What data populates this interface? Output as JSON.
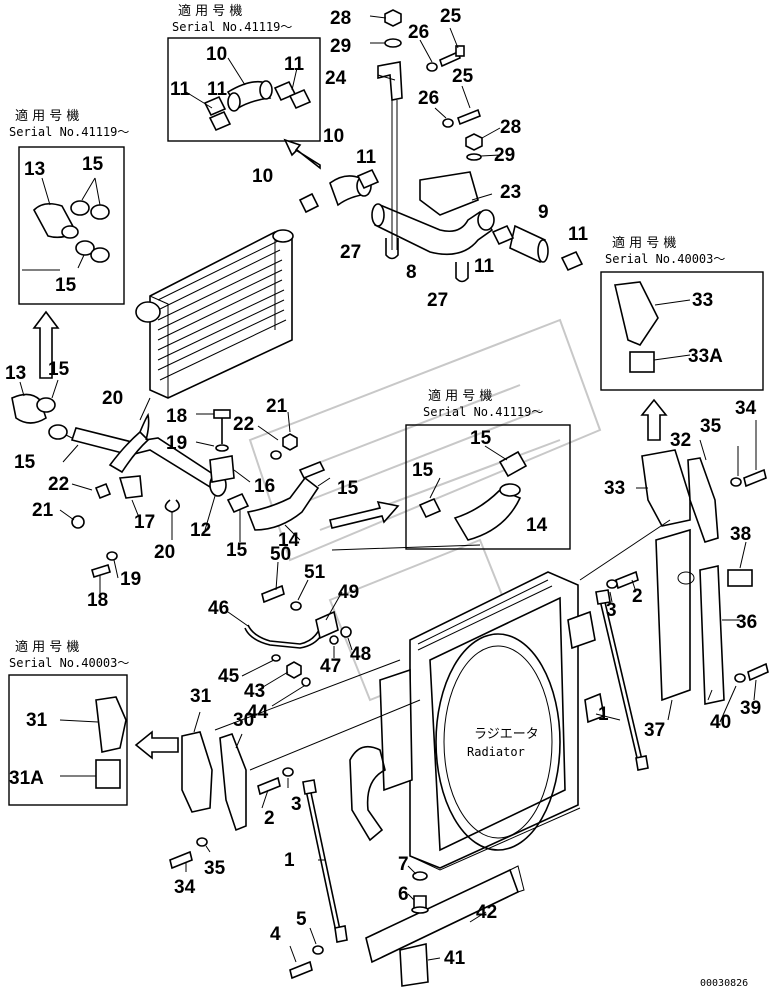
{
  "callouts": [
    {
      "id": "c28a",
      "text": "28"
    },
    {
      "id": "c29a",
      "text": "29"
    },
    {
      "id": "c26a",
      "text": "26"
    },
    {
      "id": "c25a",
      "text": "25"
    },
    {
      "id": "c24",
      "text": "24"
    },
    {
      "id": "c25b",
      "text": "25"
    },
    {
      "id": "c26b",
      "text": "26"
    },
    {
      "id": "c28b",
      "text": "28"
    },
    {
      "id": "c29b",
      "text": "29"
    },
    {
      "id": "c23",
      "text": "23"
    },
    {
      "id": "c9",
      "text": "9"
    },
    {
      "id": "c11a",
      "text": "11"
    },
    {
      "id": "c27a",
      "text": "27"
    },
    {
      "id": "c8",
      "text": "8"
    },
    {
      "id": "c11b",
      "text": "11"
    },
    {
      "id": "c27b",
      "text": "27"
    },
    {
      "id": "c10a",
      "text": "10"
    },
    {
      "id": "c11c",
      "text": "11"
    },
    {
      "id": "c11d",
      "text": "11"
    },
    {
      "id": "c11e",
      "text": "11"
    },
    {
      "id": "c10b",
      "text": "10"
    },
    {
      "id": "c11f",
      "text": "11"
    },
    {
      "id": "c13a",
      "text": "13"
    },
    {
      "id": "c15a",
      "text": "15"
    },
    {
      "id": "c15b",
      "text": "15"
    },
    {
      "id": "c13b",
      "text": "13"
    },
    {
      "id": "c15c",
      "text": "15"
    },
    {
      "id": "c15d",
      "text": "15"
    },
    {
      "id": "c20a",
      "text": "20"
    },
    {
      "id": "c18a",
      "text": "18"
    },
    {
      "id": "c19a",
      "text": "19"
    },
    {
      "id": "c22a",
      "text": "22"
    },
    {
      "id": "c21a",
      "text": "21"
    },
    {
      "id": "c16",
      "text": "16"
    },
    {
      "id": "c15e",
      "text": "15"
    },
    {
      "id": "c22b",
      "text": "22"
    },
    {
      "id": "c21b",
      "text": "21"
    },
    {
      "id": "c17",
      "text": "17"
    },
    {
      "id": "c20b",
      "text": "20"
    },
    {
      "id": "c12",
      "text": "12"
    },
    {
      "id": "c15f",
      "text": "15"
    },
    {
      "id": "c14a",
      "text": "14"
    },
    {
      "id": "c18b",
      "text": "18"
    },
    {
      "id": "c19b",
      "text": "19"
    },
    {
      "id": "c15g",
      "text": "15"
    },
    {
      "id": "c15h",
      "text": "15"
    },
    {
      "id": "c14b",
      "text": "14"
    },
    {
      "id": "c33a",
      "text": "33"
    },
    {
      "id": "c33A",
      "text": "33A"
    },
    {
      "id": "c34a",
      "text": "34"
    },
    {
      "id": "c35a",
      "text": "35"
    },
    {
      "id": "c32",
      "text": "32"
    },
    {
      "id": "c33b",
      "text": "33"
    },
    {
      "id": "c38",
      "text": "38"
    },
    {
      "id": "c36",
      "text": "36"
    },
    {
      "id": "c37",
      "text": "37"
    },
    {
      "id": "c40",
      "text": "40"
    },
    {
      "id": "c39",
      "text": "39"
    },
    {
      "id": "c50",
      "text": "50"
    },
    {
      "id": "c51",
      "text": "51"
    },
    {
      "id": "c49",
      "text": "49"
    },
    {
      "id": "c46",
      "text": "46"
    },
    {
      "id": "c47",
      "text": "47"
    },
    {
      "id": "c48",
      "text": "48"
    },
    {
      "id": "c45",
      "text": "45"
    },
    {
      "id": "c43",
      "text": "43"
    },
    {
      "id": "c44",
      "text": "44"
    },
    {
      "id": "c3a",
      "text": "3"
    },
    {
      "id": "c2a",
      "text": "2"
    },
    {
      "id": "c1a",
      "text": "1"
    },
    {
      "id": "c31a",
      "text": "31"
    },
    {
      "id": "c30",
      "text": "30"
    },
    {
      "id": "c31b",
      "text": "31"
    },
    {
      "id": "c31A",
      "text": "31A"
    },
    {
      "id": "c2b",
      "text": "2"
    },
    {
      "id": "c3b",
      "text": "3"
    },
    {
      "id": "c1b",
      "text": "1"
    },
    {
      "id": "c34b",
      "text": "34"
    },
    {
      "id": "c35b",
      "text": "35"
    },
    {
      "id": "c7",
      "text": "7"
    },
    {
      "id": "c6",
      "text": "6"
    },
    {
      "id": "c42",
      "text": "42"
    },
    {
      "id": "c5",
      "text": "5"
    },
    {
      "id": "c4",
      "text": "4"
    },
    {
      "id": "c41",
      "text": "41"
    }
  ],
  "serial_boxes": [
    {
      "heading": "適 用 号 機",
      "serial": "Serial No.41119～"
    },
    {
      "heading": "適 用 号 機",
      "serial": "Serial No.41119～"
    },
    {
      "heading": "適 用 号 機",
      "serial": "Serial No.40003～"
    },
    {
      "heading": "適 用 号 機",
      "serial": "Serial No.41119～"
    },
    {
      "heading": "適 用 号 機",
      "serial": "Serial No.40003～"
    }
  ],
  "radiator_label": {
    "jp": "ラジエータ",
    "en": "Radiator"
  },
  "drawing_code": "00030826"
}
